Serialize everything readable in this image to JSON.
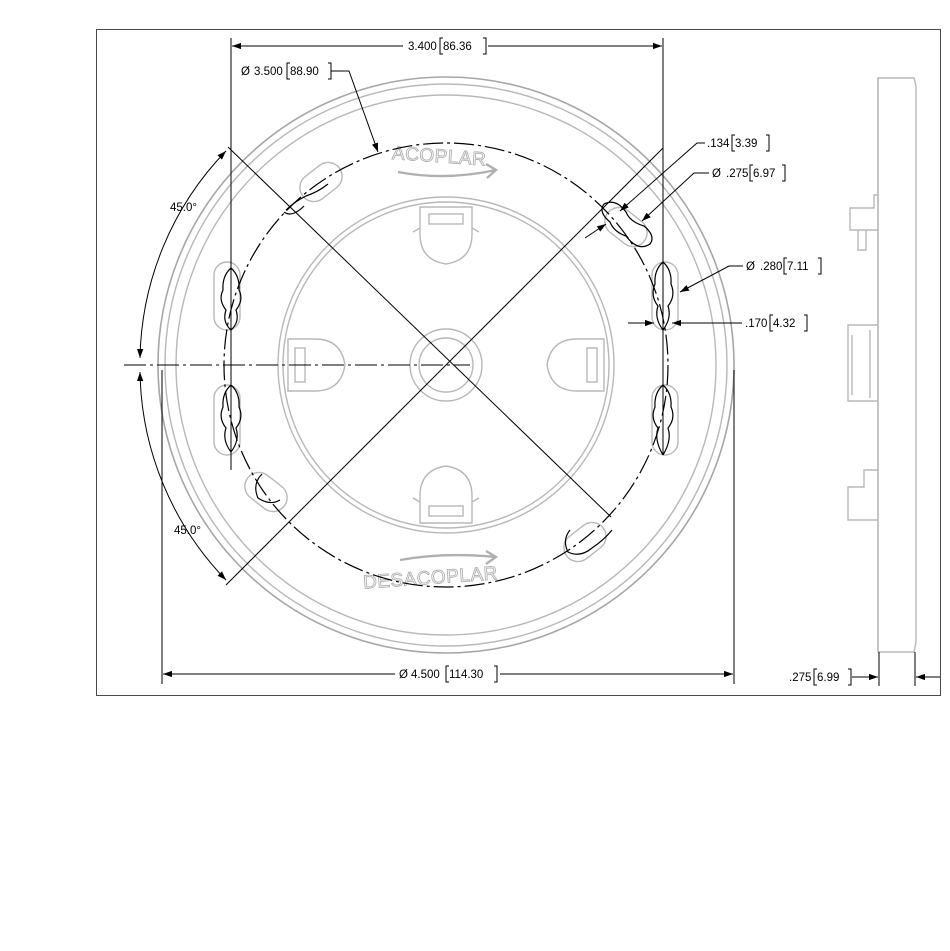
{
  "drawing": {
    "plate_labels": {
      "top": "ACOPLAR",
      "bottom": "DESACOPLAR"
    },
    "diameter_symbol": "Ø",
    "dimensions": {
      "hole_spacing": {
        "inch": "3.400",
        "mm": "86.36"
      },
      "bolt_circle_diameter": {
        "inch": "3.500",
        "mm": "88.90"
      },
      "slot_offset": {
        "inch": ".134",
        "mm": "3.39"
      },
      "small_hole_diameter": {
        "inch": ".275",
        "mm": "6.97"
      },
      "slot_end_diameter": {
        "inch": ".280",
        "mm": "7.11"
      },
      "slot_width": {
        "inch": ".170",
        "mm": "4.32"
      },
      "outer_diameter": {
        "inch": "4.500",
        "mm": "114.30"
      },
      "thickness": {
        "inch": ".275",
        "mm": "6.99"
      },
      "angle_upper": "45.0°",
      "angle_lower": "45.0°"
    }
  }
}
